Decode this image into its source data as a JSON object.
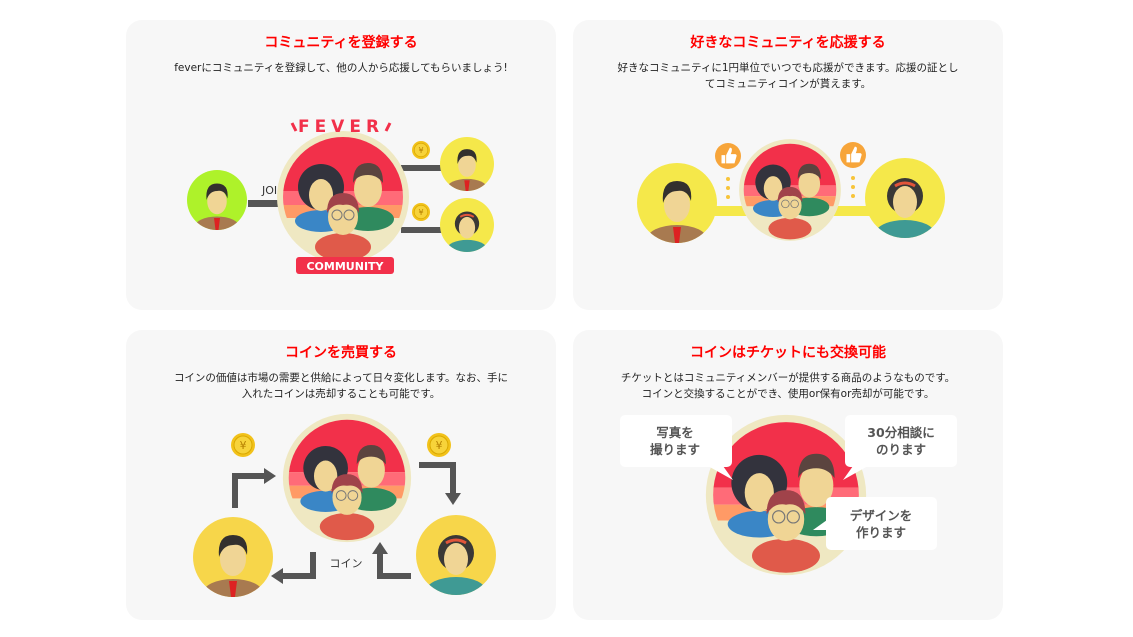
{
  "cards": [
    {
      "title": "コミュニティを登録する",
      "description": "feverにコミュニティを登録して、他の人から応援してもらいましょう!",
      "logo_text": "FEVER",
      "join_label": "JOIN",
      "badge_label": "COMMUNITY",
      "coin_symbol": "¥"
    },
    {
      "title": "好きなコミュニティを応援する",
      "description": "好きなコミュニティに1円単位でいつでも応援ができます。応援の証としてコミュニティコインが貰えます。"
    },
    {
      "title": "コインを売買する",
      "description": "コインの価値は市場の需要と供給によって日々変化します。なお、手に入れたコインは売却することも可能です。",
      "coin_label": "コイン",
      "coin_symbol": "¥"
    },
    {
      "title": "コインはチケットにも交換可能",
      "description": "チケットとはコミュニティメンバーが提供する商品のようなものです。コインと交換することができ、使用or保有or売却が可能です。",
      "bubbles": [
        {
          "line1": "写真を",
          "line2": "撮ります"
        },
        {
          "line1": "30分相談に",
          "line2": "のります"
        },
        {
          "line1": "デザインを",
          "line2": "作ります"
        }
      ]
    }
  ],
  "colors": {
    "title": "#ff0000",
    "accent": "#f2304a",
    "card_bg": "#f7f7f7"
  }
}
